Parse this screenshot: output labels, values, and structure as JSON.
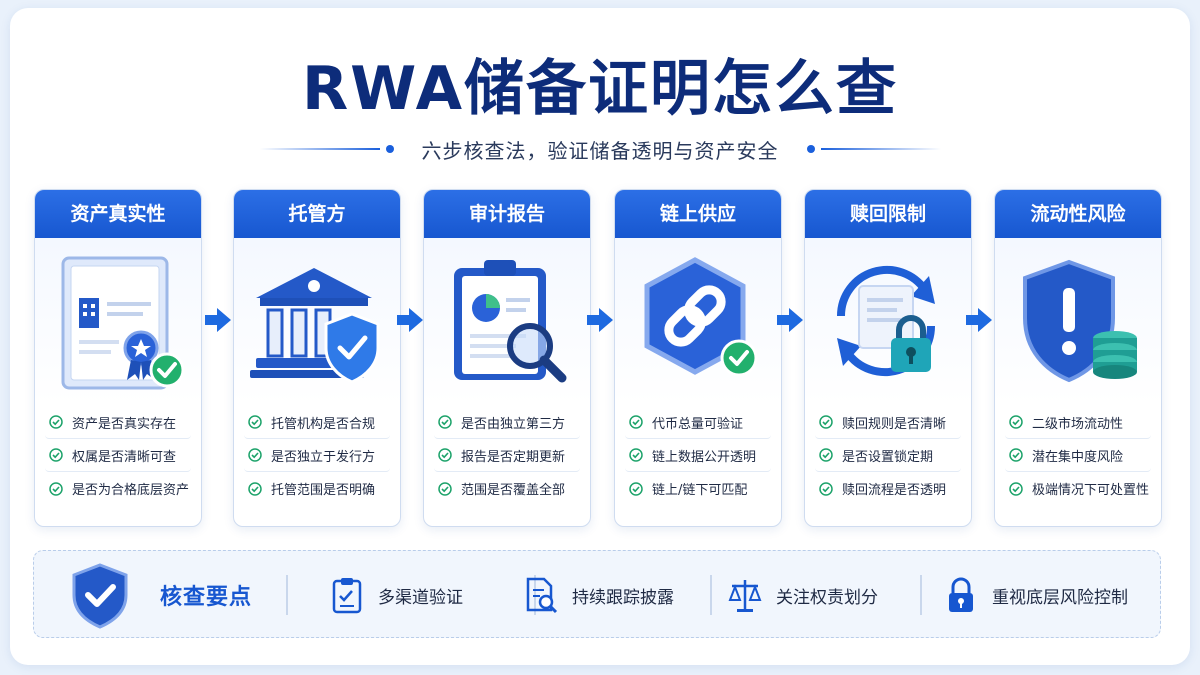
{
  "title": "RWA储备证明怎么查",
  "subtitle": "六步核查法，验证储备透明与资产安全",
  "steps": [
    {
      "title": "资产真实性",
      "icon": "certificate-icon",
      "checks": [
        "资产是否真实存在",
        "权属是否清晰可查",
        "是否为合格底层资产"
      ]
    },
    {
      "title": "托管方",
      "icon": "bank-shield-icon",
      "checks": [
        "托管机构是否合规",
        "是否独立于发行方",
        "托管范围是否明确"
      ]
    },
    {
      "title": "审计报告",
      "icon": "clipboard-magnifier-icon",
      "checks": [
        "是否由独立第三方",
        "报告是否定期更新",
        "范围是否覆盖全部"
      ]
    },
    {
      "title": "链上供应",
      "icon": "chain-link-icon",
      "checks": [
        "代币总量可验证",
        "链上数据公开透明",
        "链上/链下可匹配"
      ]
    },
    {
      "title": "赎回限制",
      "icon": "redemption-lock-icon",
      "checks": [
        "赎回规则是否清晰",
        "是否设置锁定期",
        "赎回流程是否透明"
      ]
    },
    {
      "title": "流动性风险",
      "icon": "warning-shield-icon",
      "checks": [
        "二级市场流动性",
        "潜在集中度风险",
        "极端情况下可处置性"
      ]
    }
  ],
  "key_points": {
    "title": "核查要点",
    "items": [
      {
        "label": "多渠道验证",
        "icon": "clipboard-check-icon"
      },
      {
        "label": "持续跟踪披露",
        "icon": "document-search-icon"
      },
      {
        "label": "关注权责划分",
        "icon": "scales-icon"
      },
      {
        "label": "重视底层风险控制",
        "icon": "padlock-icon"
      }
    ]
  },
  "colors": {
    "primary": "#1757d0",
    "title": "#0d2c7a",
    "check": "#1ea36b"
  }
}
